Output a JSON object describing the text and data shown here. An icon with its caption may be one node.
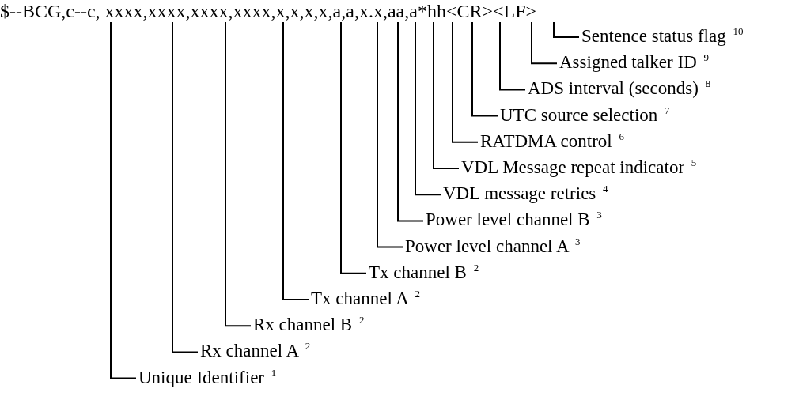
{
  "diagram": {
    "nodes": [
      {
        "text": [
          "$--BCG,c--c, xxxx,xxxx,xxxx,xxxx,x,x,x,x,a,a,x.x,aa,a*hh<CR><LF>"
        ]
      },
      {
        "text": [
          "Sentence status flag $^{10}$"
        ]
      },
      {
        "text": [
          "Assigned talker ID $^{9}$"
        ]
      },
      {
        "text": [
          "ADS interval (seconds) $^{8}$"
        ]
      },
      {
        "text": [
          "UTC source selection $^{7}$"
        ]
      },
      {
        "text": [
          "RATDMA control $^{6}$"
        ]
      },
      {
        "text": [
          "VDL Message repeat indicator $^{5}$"
        ]
      },
      {
        "text": [
          "VDL message retries $^{4}$"
        ]
      },
      {
        "text": [
          "Power level channel B $^{3}$"
        ]
      },
      {
        "text": [
          "Power level channel A $^{3}$"
        ]
      },
      {
        "text": [
          "Tx channel B $^{2}$"
        ]
      },
      {
        "text": [
          "Tx channel A $^{2}$"
        ]
      },
      {
        "text": [
          "Rx channel B $^{2}$"
        ]
      },
      {
        "text": [
          "Rx channel A $^{2}$"
        ]
      },
      {
        "text": [
          "Unique Identifier $^{1}$"
        ]
      }
    ],
    "edges": [
      {
        "from": 1,
        "to": 0,
        "arrow": "none"
      },
      {
        "from": 2,
        "to": 0,
        "arrow": "none"
      },
      {
        "from": 3,
        "to": 0,
        "arrow": "none"
      },
      {
        "from": 4,
        "to": 0,
        "arrow": "none"
      },
      {
        "from": 5,
        "to": 0,
        "arrow": "none"
      },
      {
        "from": 6,
        "to": 0,
        "arrow": "none"
      },
      {
        "from": 7,
        "to": 0,
        "arrow": "none"
      },
      {
        "from": 8,
        "to": 0,
        "arrow": "none"
      },
      {
        "from": 9,
        "to": 0,
        "arrow": "none"
      },
      {
        "from": 10,
        "to": 0,
        "arrow": "none"
      },
      {
        "from": 11,
        "to": 0,
        "arrow": "none"
      },
      {
        "from": 12,
        "to": 0,
        "arrow": "none"
      },
      {
        "from": 13,
        "to": 0,
        "arrow": "none"
      },
      {
        "from": 14,
        "to": 0,
        "arrow": "none"
      }
    ]
  }
}
